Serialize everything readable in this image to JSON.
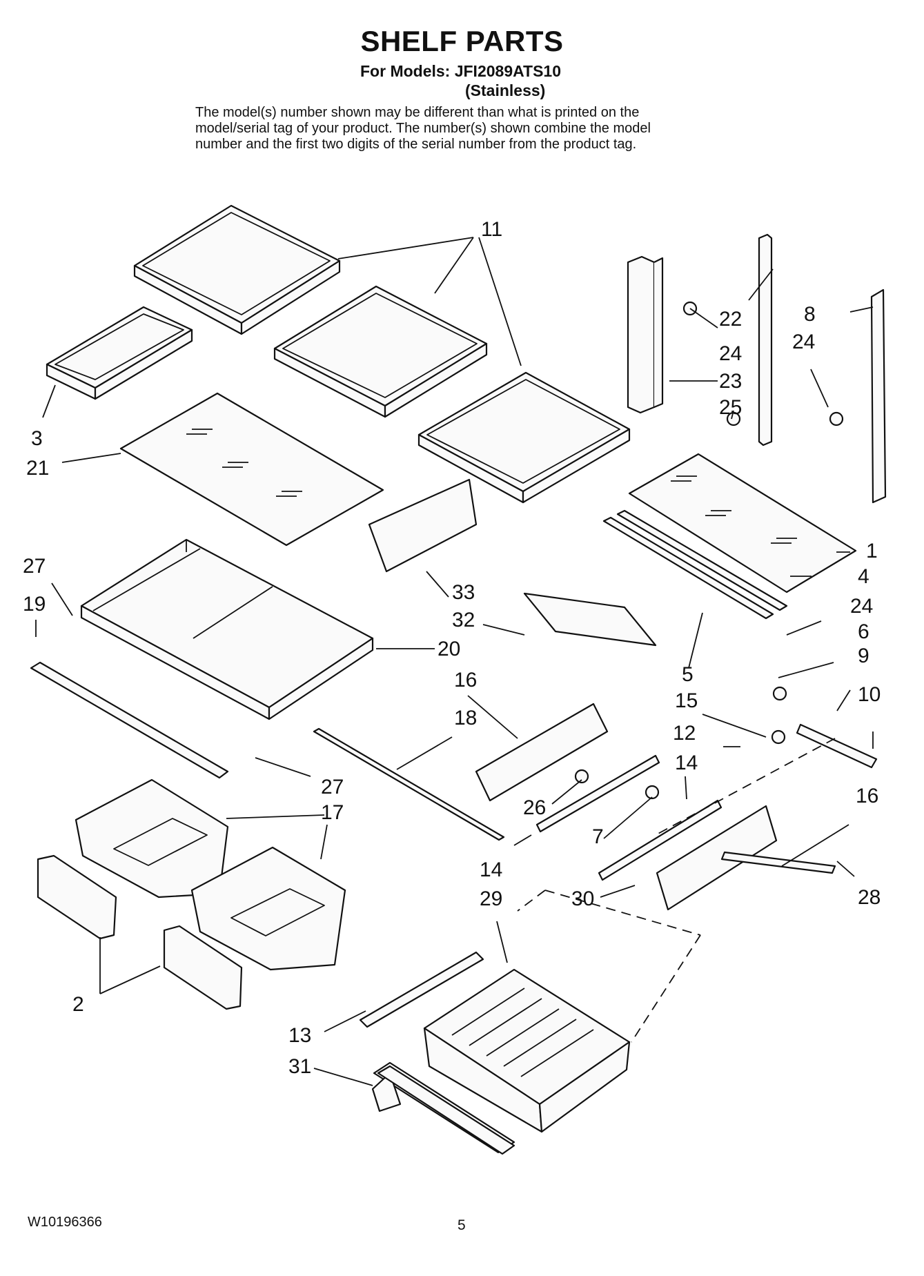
{
  "header": {
    "title": "SHELF PARTS",
    "models": "For Models: JFI2089ATS10",
    "variant": "(Stainless)",
    "note_lines": [
      "The model(s) number shown may be different than what is printed on the",
      "model/serial tag of your product. The number(s) shown combine the model",
      "number and the first two digits of the serial number from the product tag."
    ]
  },
  "callouts": [
    "11",
    "22",
    "8",
    "24",
    "24",
    "23",
    "25",
    "3",
    "21",
    "1",
    "27",
    "19",
    "33",
    "4",
    "32",
    "20",
    "24",
    "6",
    "9",
    "5",
    "16",
    "10",
    "15",
    "18",
    "12",
    "14",
    "27",
    "16",
    "26",
    "7",
    "17",
    "14",
    "28",
    "29",
    "30",
    "2",
    "13",
    "31"
  ],
  "footer": {
    "doc_number": "W10196366",
    "page": "5"
  }
}
